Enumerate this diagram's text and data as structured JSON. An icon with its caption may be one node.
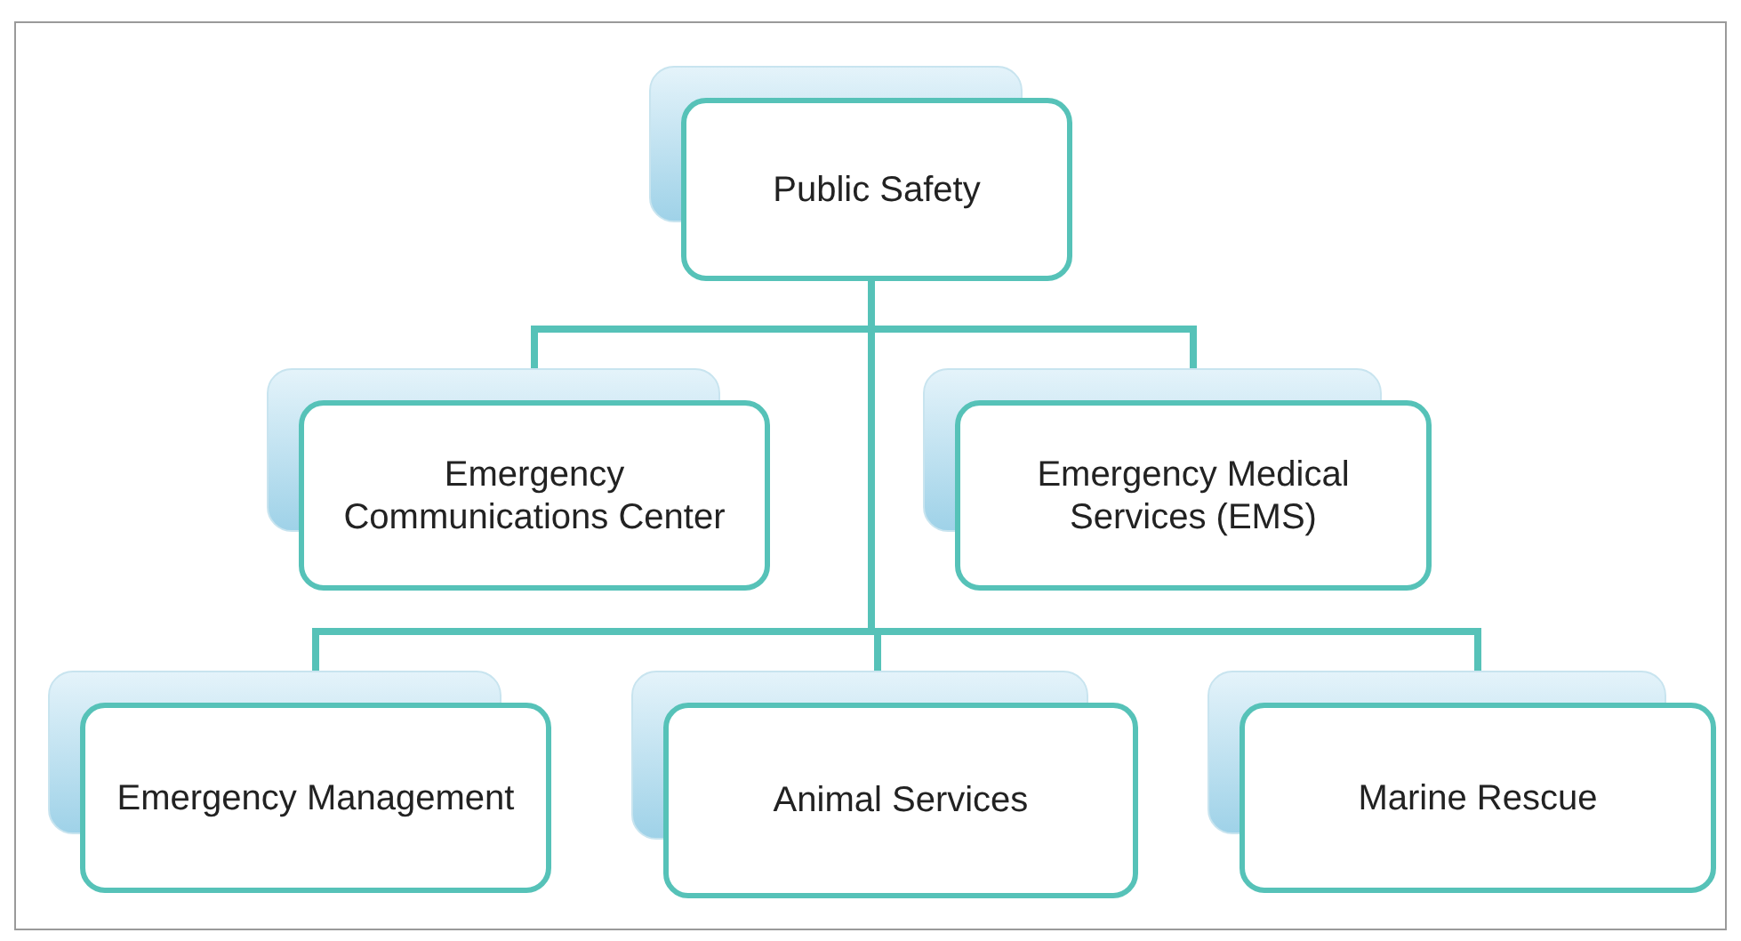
{
  "diagram": {
    "nodes": [
      {
        "text": [
          "Public Safety"
        ]
      },
      {
        "text": [
          "Emergency Communications Center"
        ]
      },
      {
        "text": [
          "Emergency Medical Services (EMS)"
        ]
      },
      {
        "text": [
          "Emergency Management"
        ]
      },
      {
        "text": [
          "Animal Services"
        ]
      },
      {
        "text": [
          "Marine Rescue"
        ]
      }
    ],
    "edges": [
      {
        "from": 0,
        "to": 1,
        "arrow": "none"
      },
      {
        "from": 0,
        "to": 2,
        "arrow": "none"
      },
      {
        "from": 0,
        "to": 3,
        "arrow": "none"
      },
      {
        "from": 0,
        "to": 4,
        "arrow": "none"
      },
      {
        "from": 0,
        "to": 5,
        "arrow": "none"
      }
    ]
  }
}
